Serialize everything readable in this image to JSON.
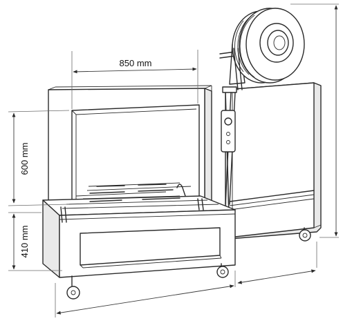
{
  "labels": {
    "width": "850 mm",
    "arch_height": "600 mm",
    "table_height": "410 mm"
  }
}
